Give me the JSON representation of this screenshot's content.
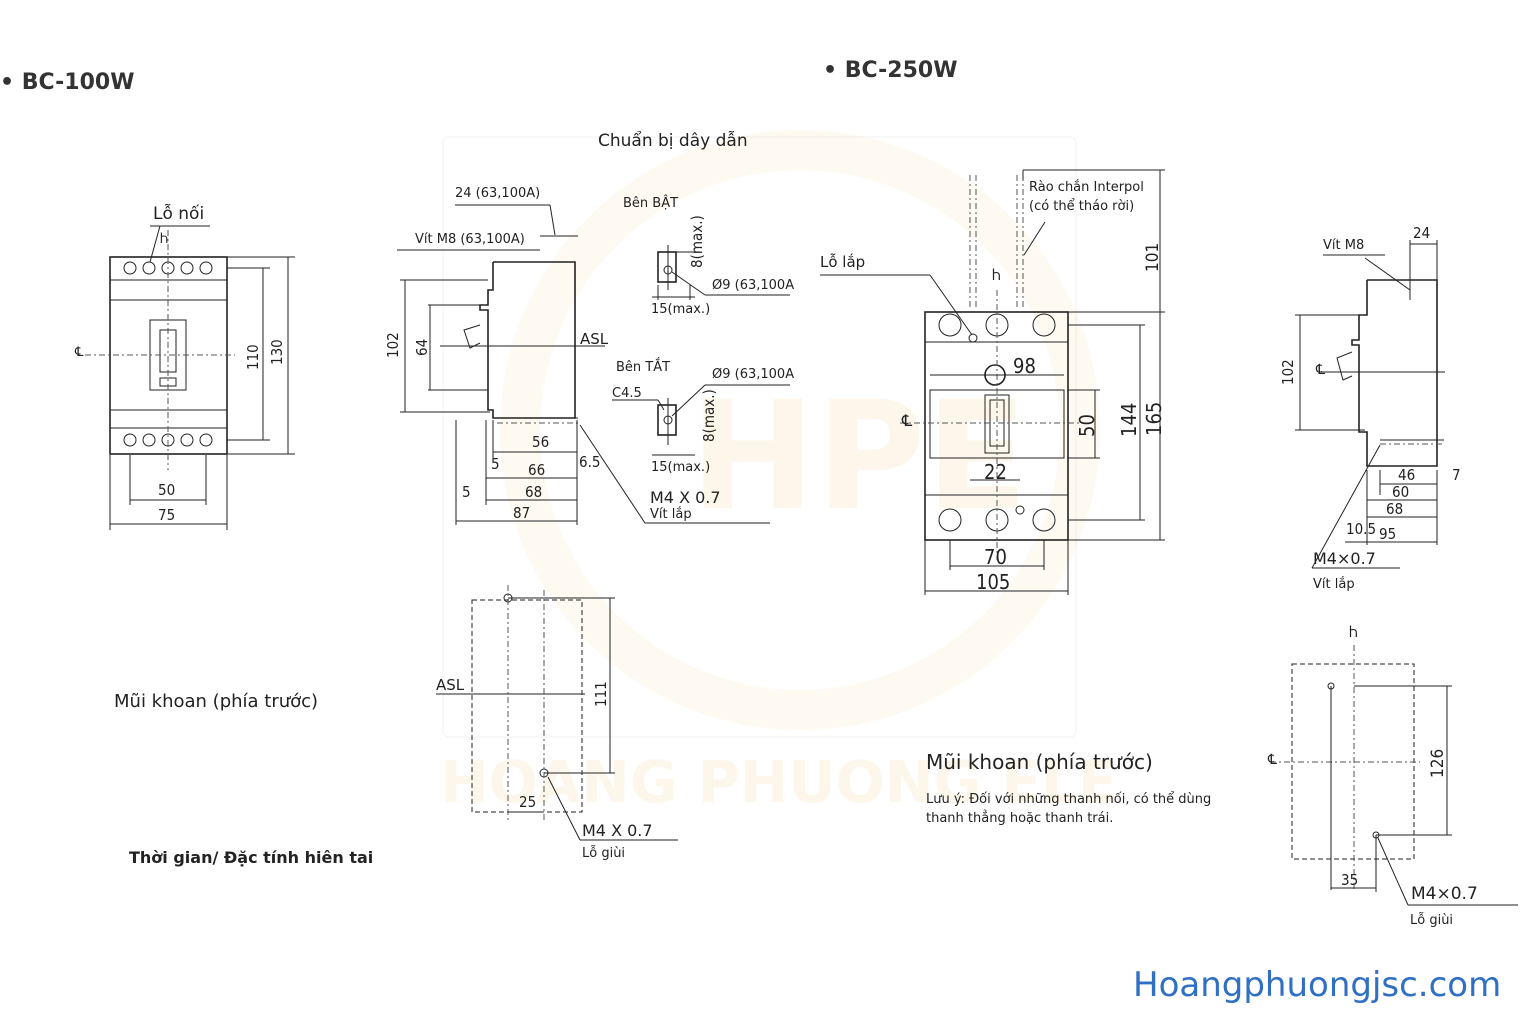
{
  "headings": {
    "bc100": "• BC-100W",
    "bc250": "• BC-250W"
  },
  "watermark": {
    "logo": "HPE",
    "company": "HOANG PHUONG ELE"
  },
  "footer": {
    "website": "Hoangphuongjsc.com"
  },
  "bc100_front": {
    "hole_label": "Lỗ nối",
    "dims": {
      "w50": "50",
      "w75": "75",
      "h110": "110",
      "h130": "130"
    }
  },
  "bc100_side": {
    "title": "Chuẩn bị dây dẫn",
    "screw_label": "Vít  M8 (63,100A)",
    "width24": "24 (63,100A)",
    "asl": "ASL",
    "dims": {
      "d102": "102",
      "d64": "64",
      "d56": "56",
      "d5a": "5",
      "d66": "66",
      "d65": "6.5",
      "d5b": "5",
      "d68": "68",
      "d87": "87"
    },
    "mount_screw": "M4 X 0.7",
    "mount_screw_label": "Vít lắp"
  },
  "bc100_terminal": {
    "on_side": "Bên BẬT",
    "off_side": "Bên TẮT",
    "max8a": "8(max.)",
    "max15a": "15(max.)",
    "dia9a": "Ø9 (63,100A",
    "c45": "C4.5",
    "dia9b": "Ø9 (63,100A",
    "max8b": "8(max.)",
    "max15b": "15(max.)"
  },
  "bc100_drill": {
    "title": "Mũi khoan (phía trước)",
    "asl": "ASL",
    "d111": "111",
    "d25": "25",
    "screw": "M4 X 0.7",
    "screw_label": "Lỗ giùi"
  },
  "bc100_section": "Thời gian/ Đặc tính hiên tai",
  "bc250_front": {
    "barrier_label": "Rào chắn Interpol",
    "barrier_sub": "(có thể tháo rời)",
    "mount_label": "Lỗ lắp",
    "dims": {
      "d101": "101",
      "d98": "98",
      "d50": "50",
      "d144": "144",
      "d165": "165",
      "d22": "22",
      "d70": "70",
      "d105": "105"
    }
  },
  "bc250_note": {
    "title": "Mũi khoan (phía trước)",
    "note_line1": "Lưu ý: Đối với những thanh nối, có thể dùng",
    "note_line2": "thanh thẳng hoặc thanh trái."
  },
  "bc250_side": {
    "screw": "Vít M8",
    "d24": "24",
    "d102": "102",
    "d46": "46",
    "d7": "7",
    "d60": "60",
    "d68": "68",
    "d105": "10.5",
    "d95": "95",
    "mount": "M4×0.7",
    "mount_label": "Vít lắp"
  },
  "bc250_drill": {
    "d126": "126",
    "d35": "35",
    "screw": "M4×0.7",
    "screw_label": "Lỗ giùi"
  },
  "symbols": {
    "centerline": "℄"
  }
}
